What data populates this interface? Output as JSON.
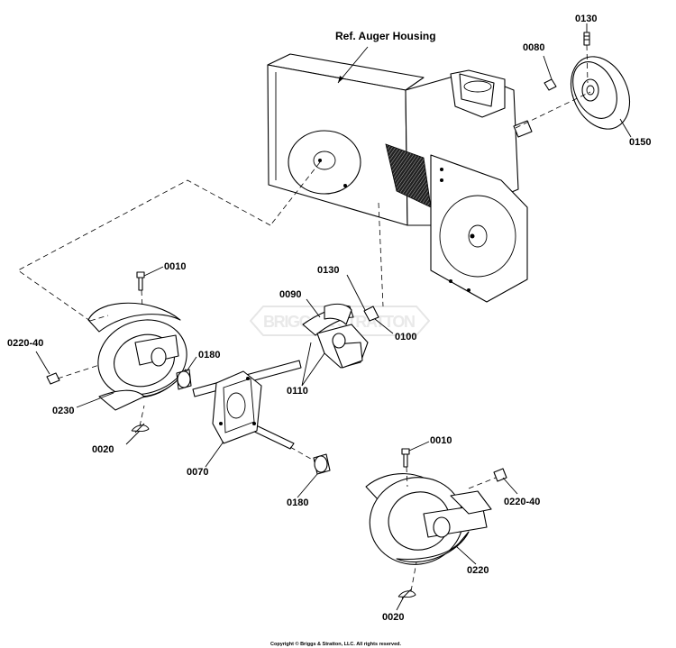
{
  "diagram": {
    "housing_label": "Ref. Auger Housing",
    "watermark": "BRIGGS & STRATTON",
    "copyright": "Copyright © Briggs & Stratton, LLC. All rights reserved.",
    "callouts": {
      "p0130_top": "0130",
      "p0080": "0080",
      "p0150": "0150",
      "p0010_left": "0010",
      "p0130_mid": "0130",
      "p0090": "0090",
      "p0100": "0100",
      "p0110": "0110",
      "p0220_40_left": "0220-40",
      "p0180_top": "0180",
      "p0230": "0230",
      "p0020_left": "0020",
      "p0070": "0070",
      "p0180_bottom": "0180",
      "p0010_right": "0010",
      "p0220_40_right": "0220-40",
      "p0220": "0220",
      "p0020_bottom": "0020"
    }
  }
}
